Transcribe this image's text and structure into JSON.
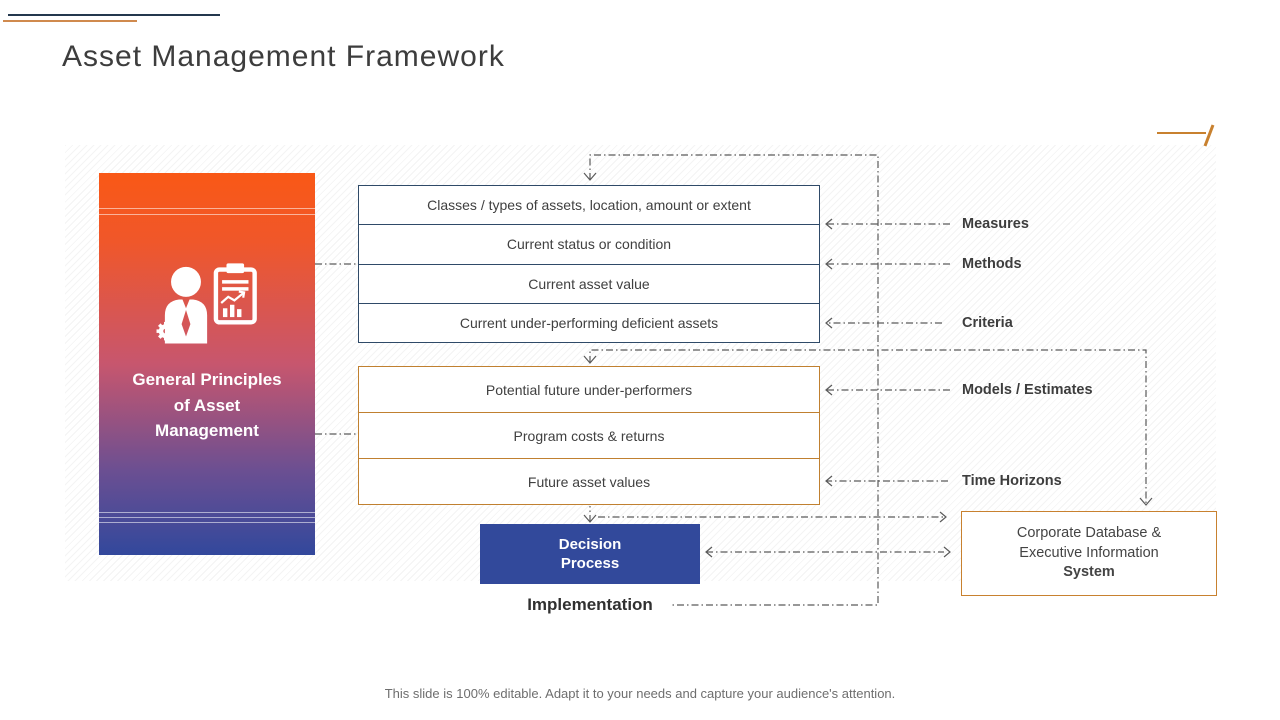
{
  "slide": {
    "title": "Asset Management Framework",
    "footer": "This slide is 100% editable. Adapt it to your needs and capture your audience's attention."
  },
  "diagram": {
    "principles_box": {
      "lines": [
        "General Principles",
        "of Asset",
        "Management"
      ],
      "icon": "analyst-clipboard-icon"
    },
    "group1": {
      "items": [
        "Classes / types of assets, location, amount or extent",
        "Current status or condition",
        "Current asset value",
        "Current under-performing deficient assets"
      ]
    },
    "group2": {
      "items": [
        "Potential future under-performers",
        "Program costs & returns",
        "Future asset values"
      ]
    },
    "decision_box": {
      "lines": [
        "Decision",
        "Process"
      ]
    },
    "implementation_label": "Implementation",
    "corporate_box": {
      "lines": [
        "Corporate Database &",
        "Executive Information"
      ],
      "bold_line": "System"
    },
    "side_labels": [
      "Measures",
      "Methods",
      "Criteria",
      "Models / Estimates",
      "Time Horizons"
    ]
  },
  "colors": {
    "accent_orange": "#c8812f",
    "navy_border": "#2f4a68",
    "decision_blue": "#32499b",
    "gradient_top": "#f95816",
    "gradient_mid": "#c7566e",
    "gradient_bottom": "#32489c",
    "connector_gray": "#5a5a5a",
    "title_gray": "#3d3d3d"
  }
}
